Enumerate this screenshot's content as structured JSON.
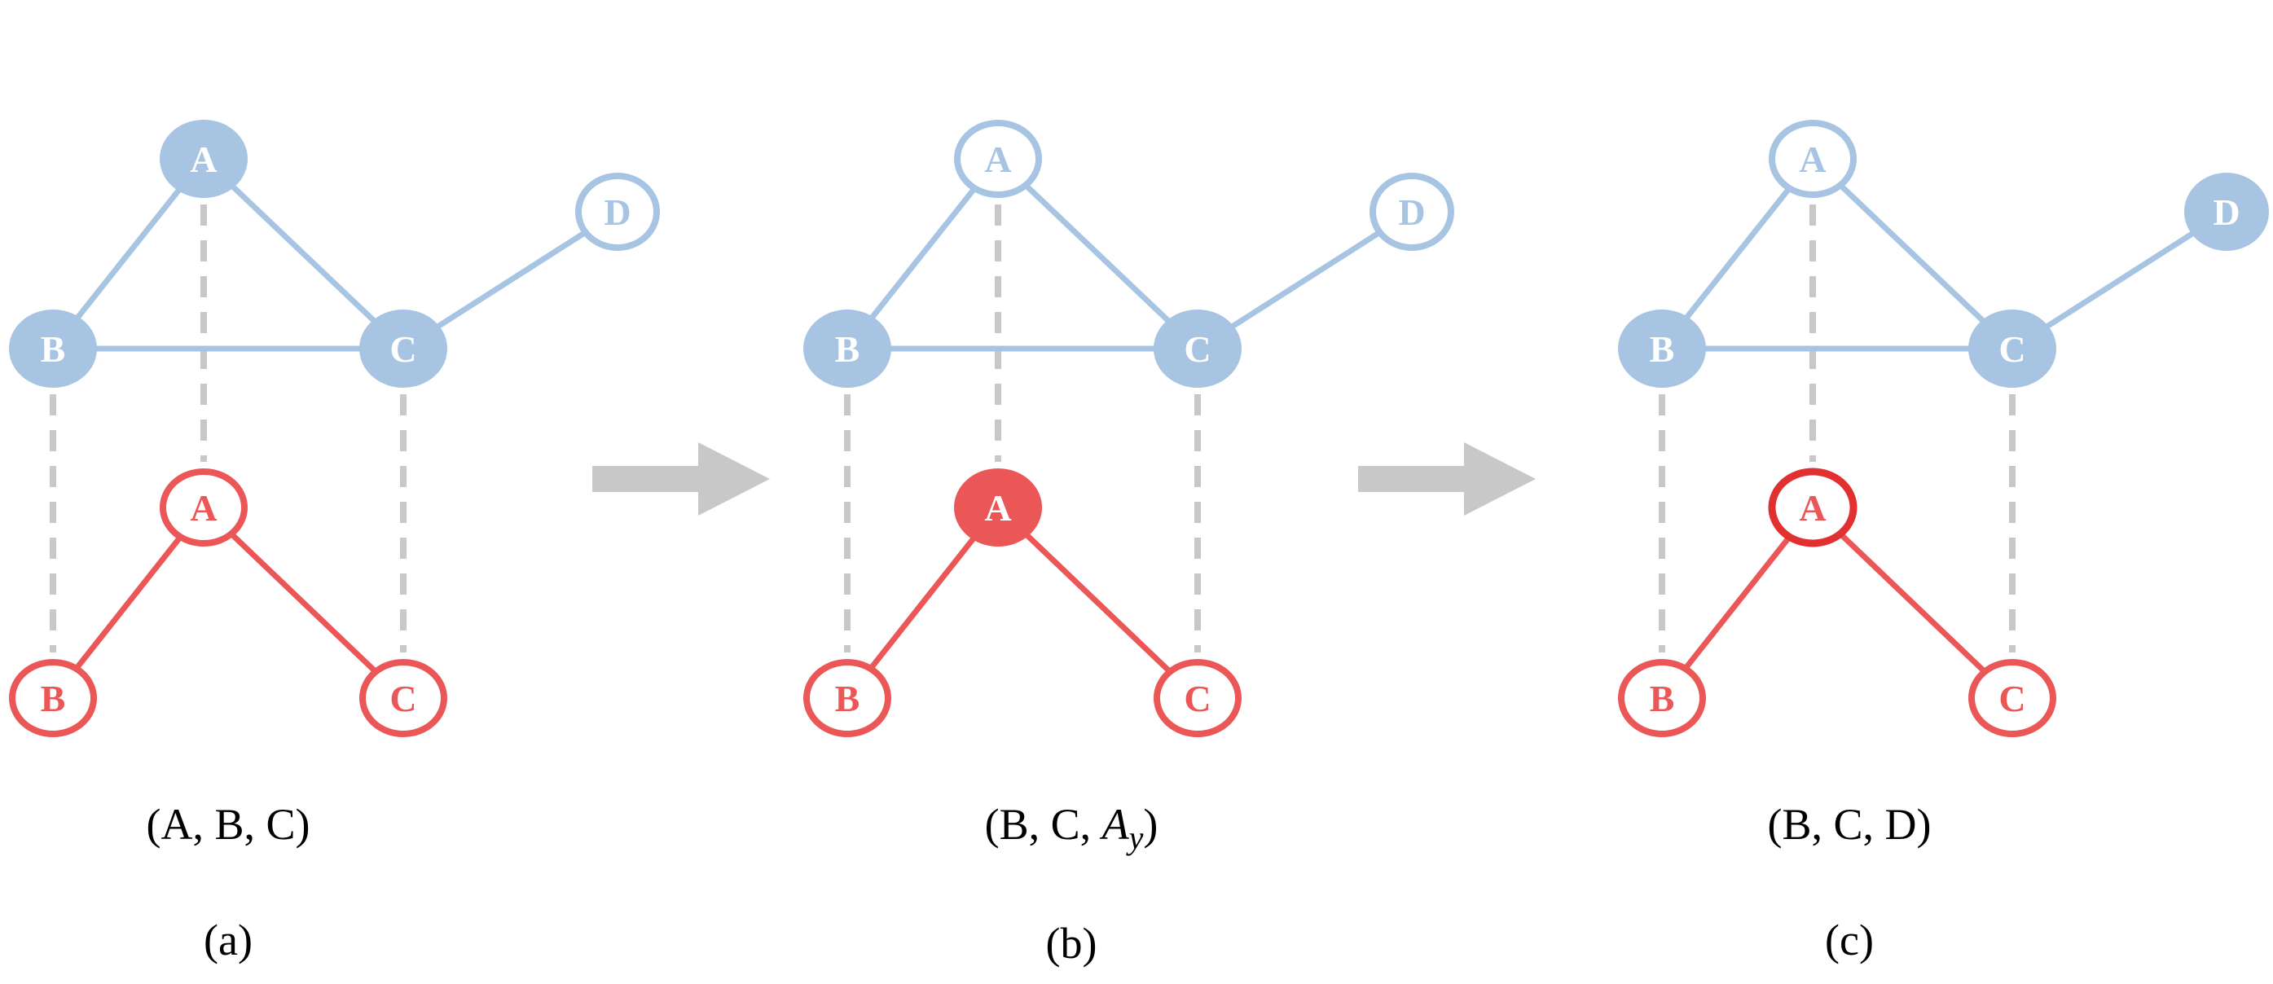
{
  "colors": {
    "blue": "#a7c4e3",
    "red": "#eb5656",
    "red_dark": "#e03030",
    "dash": "#c8c8c8",
    "arrow": "#c8c8c8",
    "white": "#ffffff"
  },
  "panels": [
    {
      "id": "a",
      "sequence": "(A, B, C)",
      "label": "(a)",
      "top_nodes": [
        {
          "name": "A",
          "style": "filled"
        },
        {
          "name": "B",
          "style": "filled"
        },
        {
          "name": "C",
          "style": "filled"
        },
        {
          "name": "D",
          "style": "outline"
        }
      ],
      "bottom_nodes": [
        {
          "name": "A",
          "style": "outline"
        },
        {
          "name": "B",
          "style": "outline"
        },
        {
          "name": "C",
          "style": "outline"
        }
      ]
    },
    {
      "id": "b",
      "sequence_prefix": "(B, C, ",
      "sequence_var": "A",
      "sequence_sub": "y",
      "sequence_suffix": ")",
      "label": "(b)",
      "top_nodes": [
        {
          "name": "A",
          "style": "outline"
        },
        {
          "name": "B",
          "style": "filled"
        },
        {
          "name": "C",
          "style": "filled"
        },
        {
          "name": "D",
          "style": "outline"
        }
      ],
      "bottom_nodes": [
        {
          "name": "A",
          "style": "filled"
        },
        {
          "name": "B",
          "style": "outline"
        },
        {
          "name": "C",
          "style": "outline"
        }
      ]
    },
    {
      "id": "c",
      "sequence": "(B, C, D)",
      "label": "(c)",
      "top_nodes": [
        {
          "name": "A",
          "style": "outline"
        },
        {
          "name": "B",
          "style": "filled"
        },
        {
          "name": "C",
          "style": "filled"
        },
        {
          "name": "D",
          "style": "filled"
        }
      ],
      "bottom_nodes": [
        {
          "name": "A",
          "style": "outline-dark"
        },
        {
          "name": "B",
          "style": "outline"
        },
        {
          "name": "C",
          "style": "outline"
        }
      ]
    }
  ]
}
